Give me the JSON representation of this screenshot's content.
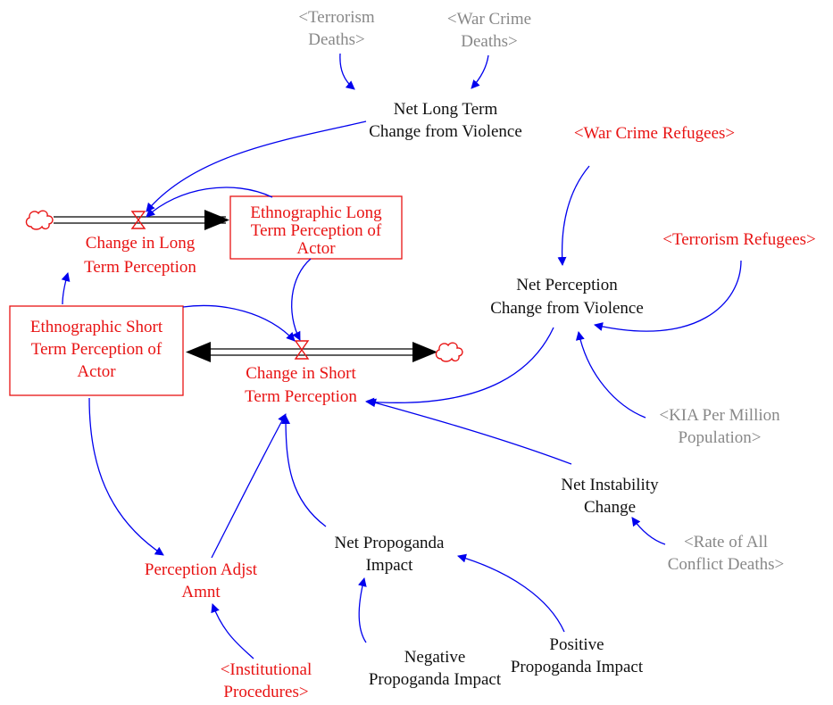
{
  "colors": {
    "stock_red": "#e81313",
    "link_blue": "#0000ee",
    "text_black": "#111111",
    "shadow_gray": "#888888",
    "pipe_black": "#000000"
  },
  "nodes": {
    "terrorism_deaths": [
      "<Terrorism",
      "Deaths>"
    ],
    "war_crime_deaths": [
      "<War Crime",
      "Deaths>"
    ],
    "net_long_term_change": [
      "Net Long Term",
      "Change from Violence"
    ],
    "war_crime_refugees": [
      "<War Crime Refugees>"
    ],
    "terrorism_refugees": [
      "<Terrorism Refugees>"
    ],
    "ethno_long_term_stock": [
      "Ethnographic Long",
      "Term Perception of",
      "Actor"
    ],
    "change_in_long_term": [
      "Change in Long",
      "Term Perception"
    ],
    "ethno_short_term_stock": [
      "Ethnographic Short",
      "Term Perception of",
      "Actor"
    ],
    "change_in_short_term": [
      "Change in Short",
      "Term Perception"
    ],
    "net_perception_change": [
      "Net Perception",
      "Change from Violence"
    ],
    "kia_per_million": [
      "<KIA Per Million",
      "Population>"
    ],
    "net_instability_change": [
      "Net Instability",
      "Change"
    ],
    "rate_all_conflict_deaths": [
      "<Rate of All",
      "Conflict Deaths>"
    ],
    "net_propoganda_impact": [
      "Net Propoganda",
      "Impact"
    ],
    "perception_adjst_amnt": [
      "Perception Adjst",
      "Amnt"
    ],
    "institutional_procedures": [
      "<Institutional",
      "Procedures>"
    ],
    "negative_propoganda_impact": [
      "Negative",
      "Propoganda Impact"
    ],
    "positive_propoganda_impact": [
      "Positive",
      "Propoganda Impact"
    ]
  }
}
